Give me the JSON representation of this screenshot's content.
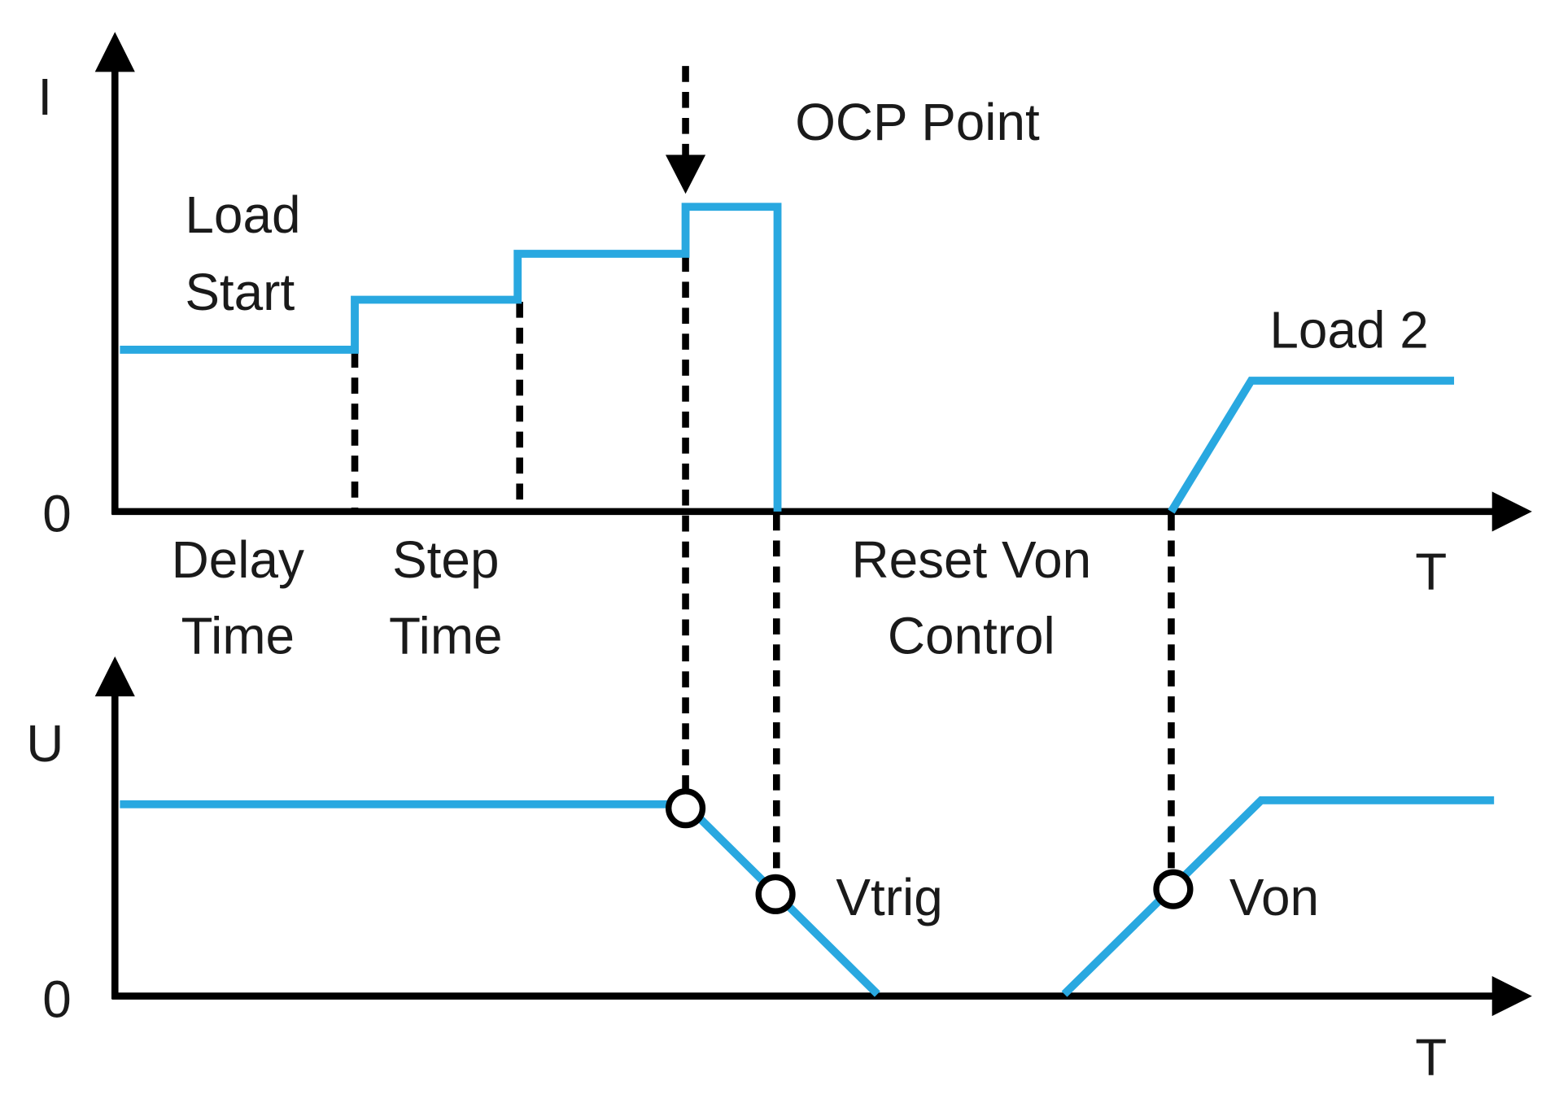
{
  "colors": {
    "signal": "#29a8e0",
    "axis": "#000000"
  },
  "top_chart": {
    "y_axis_label": "I",
    "zero_label": "0",
    "x_axis_label": "T",
    "load_start": [
      "Load",
      "Start"
    ],
    "ocp_point": "OCP Point",
    "load2": "Load 2",
    "delay_time": [
      "Delay",
      "Time"
    ],
    "step_time": [
      "Step",
      "Time"
    ],
    "reset_von": [
      "Reset Von",
      "Control"
    ]
  },
  "bottom_chart": {
    "y_axis_label": "U",
    "zero_label": "0",
    "x_axis_label": "T",
    "vtrig": "Vtrig",
    "von": "Von"
  }
}
